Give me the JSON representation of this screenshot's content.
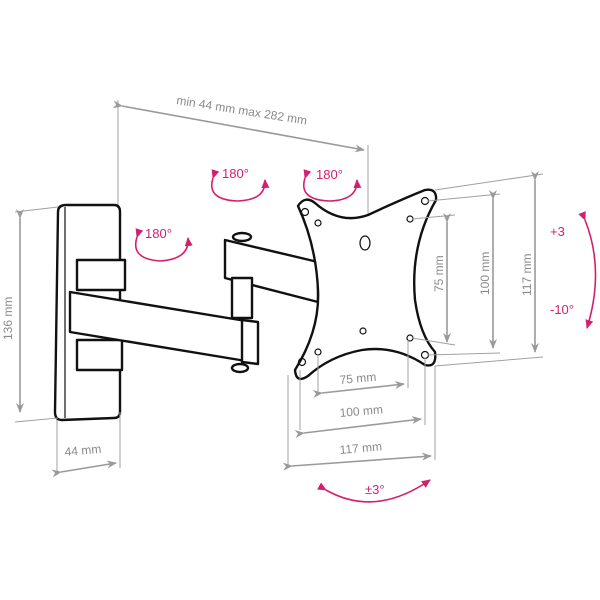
{
  "diagram": {
    "labels": {
      "extension": "min 44 mm max 282 mm",
      "swivel_top_left": "180°",
      "swivel_top_right": "180°",
      "swivel_wall": "180°",
      "wall_plate_height": "136 mm",
      "wall_plate_depth": "44 mm",
      "vesa_h_75": "75 mm",
      "vesa_h_100": "100 mm",
      "plate_width": "117 mm",
      "vesa_v_75": "75 mm",
      "vesa_v_100": "100 mm",
      "plate_height": "117 mm",
      "tilt_up": "+3",
      "tilt_down": "-10°",
      "rotation": "±3°"
    },
    "colors": {
      "accent": "#d41f6f",
      "dimension": "#9a9a9a",
      "outline": "#111111"
    }
  }
}
